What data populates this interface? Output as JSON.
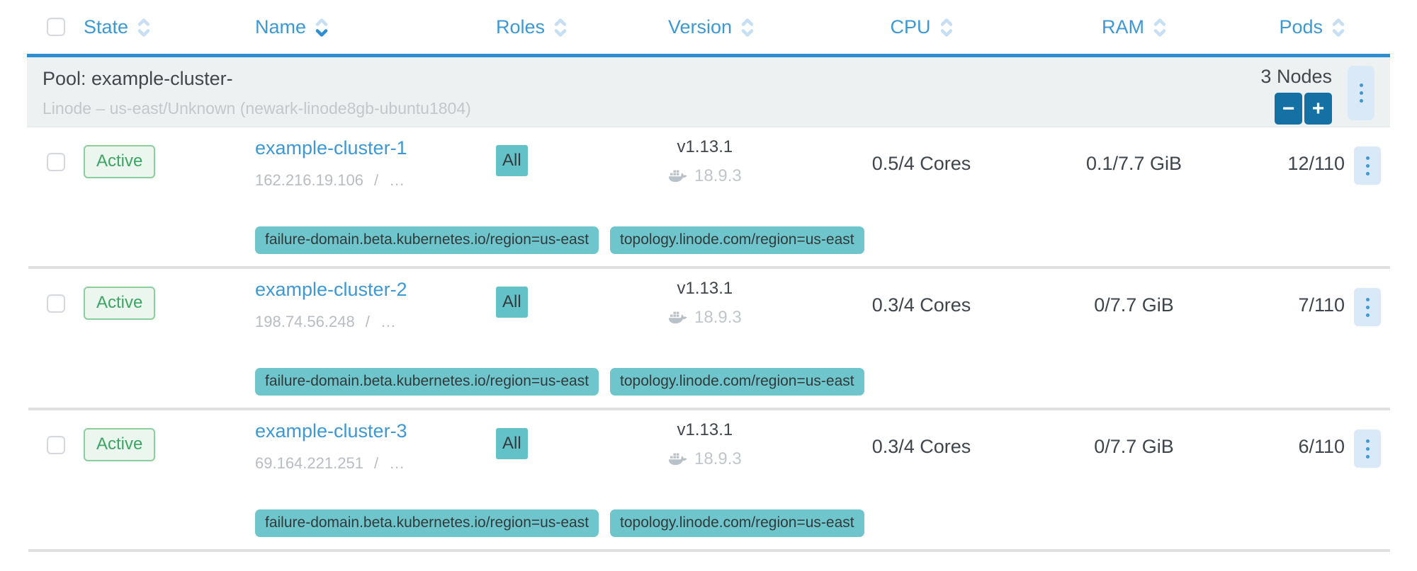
{
  "header": {
    "columns": [
      {
        "label": "State",
        "sorted": false
      },
      {
        "label": "Name",
        "sorted": true
      },
      {
        "label": "Roles",
        "sorted": false
      },
      {
        "label": "Version",
        "sorted": false
      },
      {
        "label": "CPU",
        "sorted": false
      },
      {
        "label": "RAM",
        "sorted": false
      },
      {
        "label": "Pods",
        "sorted": false
      }
    ]
  },
  "pool": {
    "title": "Pool: example-cluster-",
    "subtitle": "Linode – us-east/Unknown (newark-linode8gb-ubuntu1804)",
    "nodes_count": "3 Nodes",
    "scale_down_label": "−",
    "scale_up_label": "+"
  },
  "nodes": [
    {
      "state": "Active",
      "name": "example-cluster-1",
      "ip": "162.216.19.106",
      "ip_separator": "/",
      "ip_more": "…",
      "role": "All",
      "kubernetes_version": "v1.13.1",
      "docker_version": "18.9.3",
      "cpu": "0.5/4 Cores",
      "ram": "0.1/7.7 GiB",
      "pods": "12/110",
      "labels": [
        "failure-domain.beta.kubernetes.io/region=us-east",
        "topology.linode.com/region=us-east"
      ]
    },
    {
      "state": "Active",
      "name": "example-cluster-2",
      "ip": "198.74.56.248",
      "ip_separator": "/",
      "ip_more": "…",
      "role": "All",
      "kubernetes_version": "v1.13.1",
      "docker_version": "18.9.3",
      "cpu": "0.3/4 Cores",
      "ram": "0/7.7 GiB",
      "pods": "7/110",
      "labels": [
        "failure-domain.beta.kubernetes.io/region=us-east",
        "topology.linode.com/region=us-east"
      ]
    },
    {
      "state": "Active",
      "name": "example-cluster-3",
      "ip": "69.164.221.251",
      "ip_separator": "/",
      "ip_more": "…",
      "role": "All",
      "kubernetes_version": "v1.13.1",
      "docker_version": "18.9.3",
      "cpu": "0.3/4 Cores",
      "ram": "0/7.7 GiB",
      "pods": "6/110",
      "labels": [
        "failure-domain.beta.kubernetes.io/region=us-east",
        "topology.linode.com/region=us-east"
      ]
    }
  ],
  "colors": {
    "accent_blue": "#3d98d3",
    "sort_inactive": "#c7dff2",
    "sort_active": "#2e8fd0",
    "pool_top_border": "#2e8fd0",
    "pool_background": "#eef1f2",
    "state_active_green": "#3da564",
    "role_badge_teal": "#63c2c8",
    "label_badge_teal": "#6ec5cb",
    "scale_button_blue": "#1571a3",
    "kebab_background": "#d9e9f7",
    "text_dark": "#3e454c",
    "text_muted": "#b8bdc3",
    "separator_gray": "#e0e0e0"
  }
}
